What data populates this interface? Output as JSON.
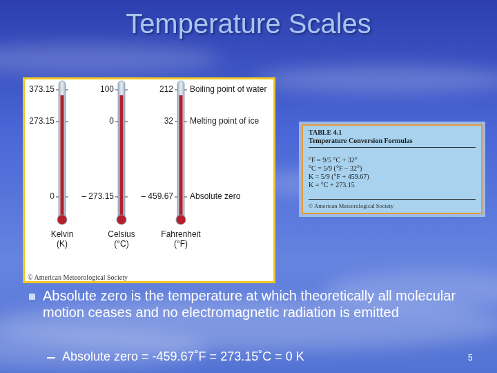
{
  "diagram": {
    "title": "Temperature Scales",
    "nodes": [
      {
        "text": [
          "373.15",
          "100",
          "212",
          "Boiling point of water",
          "273.15",
          "0",
          "32",
          "Melting point of ice",
          "0",
          "– 273.15",
          "– 459.67",
          "Absolute zero",
          "Kelvin (K)",
          "Celsius (°C)",
          "Fahrenheit (°F)",
          "© American Meteorological Society"
        ]
      },
      {
        "text": [
          "TABLE 4.1",
          "Temperature Conversion Formulas",
          "°F = 9/5 °C + 32°",
          "°C = 5/9 (°F − 32°)",
          "K = 5/9 (°F + 459.67)",
          "K = °C + 273.15",
          "© American Meteorological Society"
        ]
      }
    ],
    "labels": [
      "Absolute zero is the temperature at which theoretically all molecular motion ceases and no electromagnetic radiation is emitted",
      "Absolute zero = -459.67˚F = 273.15˚C = 0 K",
      "5"
    ]
  }
}
